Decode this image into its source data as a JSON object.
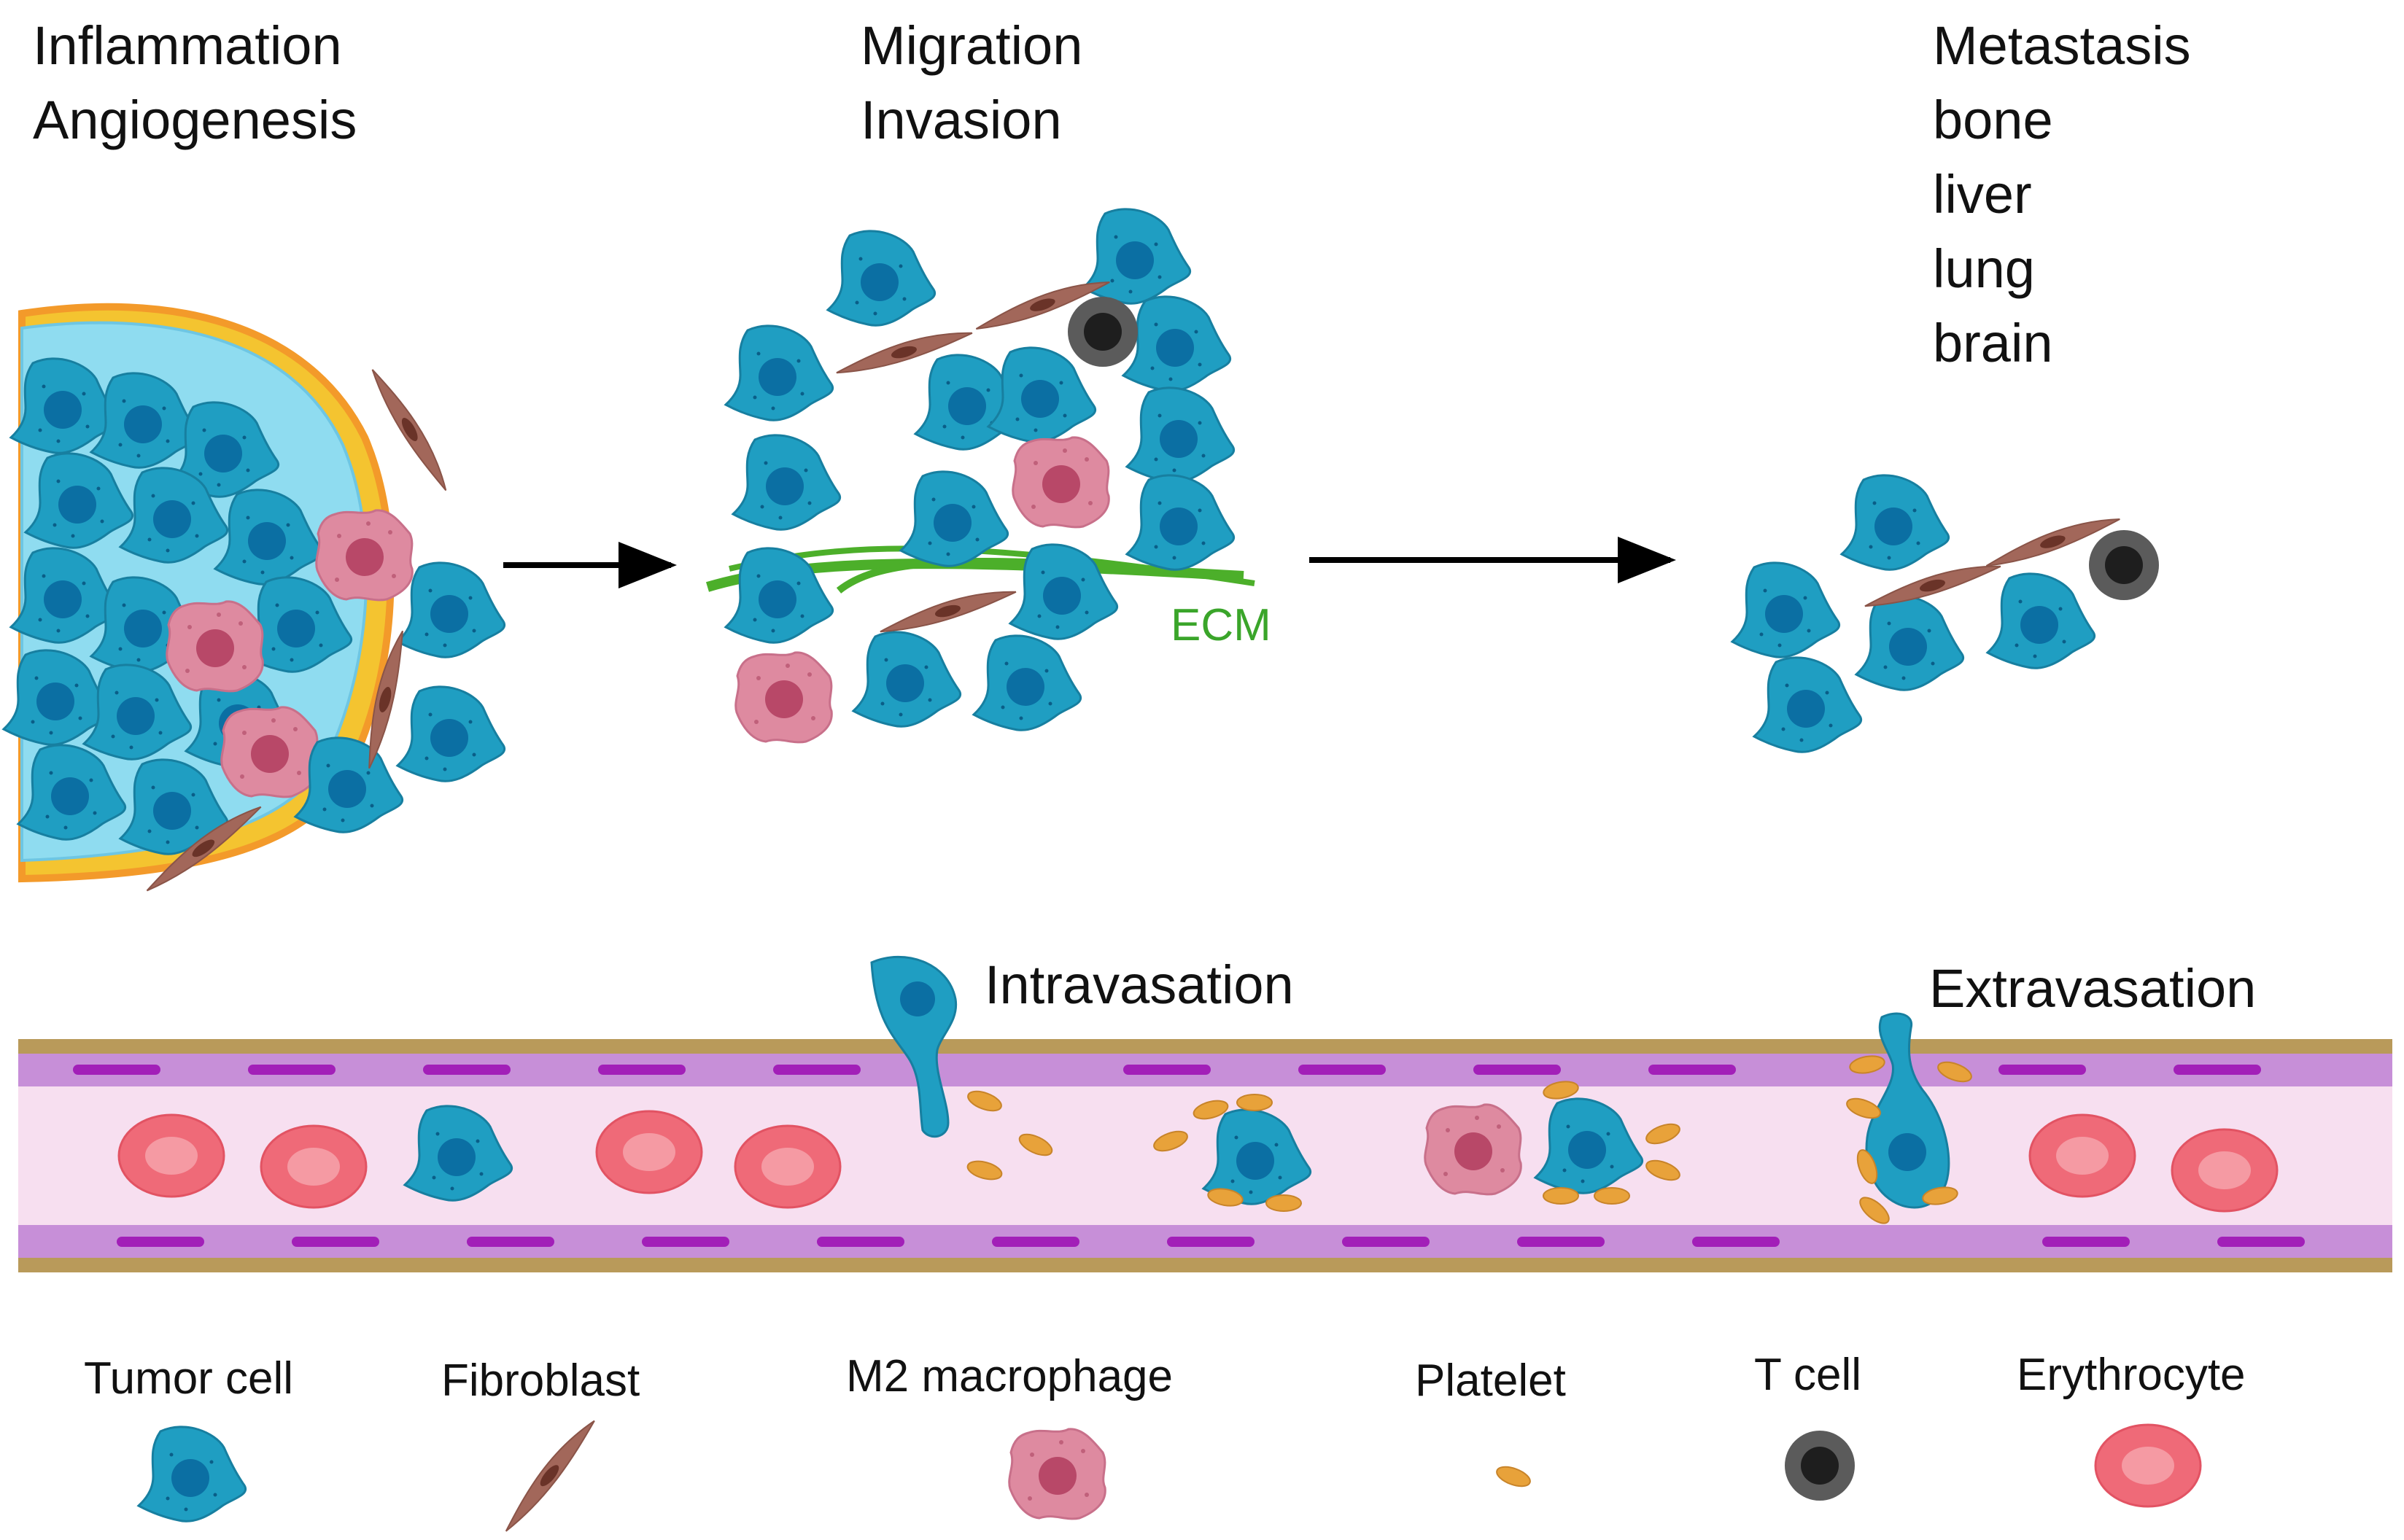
{
  "stages": {
    "stage1": [
      "Inflammation",
      "Angiogenesis"
    ],
    "stage2": [
      "Migration",
      "Invasion"
    ],
    "stage3": [
      "Metastasis",
      "bone",
      "liver",
      "lung",
      "brain"
    ]
  },
  "ecm_label": "ECM",
  "vessel_labels": {
    "intravasation": "Intravasation",
    "extravasation": "Extravasation"
  },
  "legend": {
    "tumor_cell": "Tumor cell",
    "fibroblast": "Fibroblast",
    "m2_macrophage": "M2 macrophage",
    "platelet": "Platelet",
    "t_cell": "T cell",
    "erythrocyte": "Erythrocyte"
  },
  "colors": {
    "tumor": "#1f9ec2",
    "tumor_nucleus": "#0b6fa3",
    "fibroblast": "#a2675a",
    "macrophage": "#de8aa0",
    "macrophage_nucleus": "#b84868",
    "platelet": "#e8a23a",
    "tcell": "#5b5b5b",
    "erythrocyte": "#ef6a78",
    "ecm": "#4caf2a",
    "vessel_wall": "#c78fd8",
    "vessel_lumen": "#f7dff0",
    "vessel_border": "#b99a5a",
    "tumor_capsule": "#f4c430"
  }
}
